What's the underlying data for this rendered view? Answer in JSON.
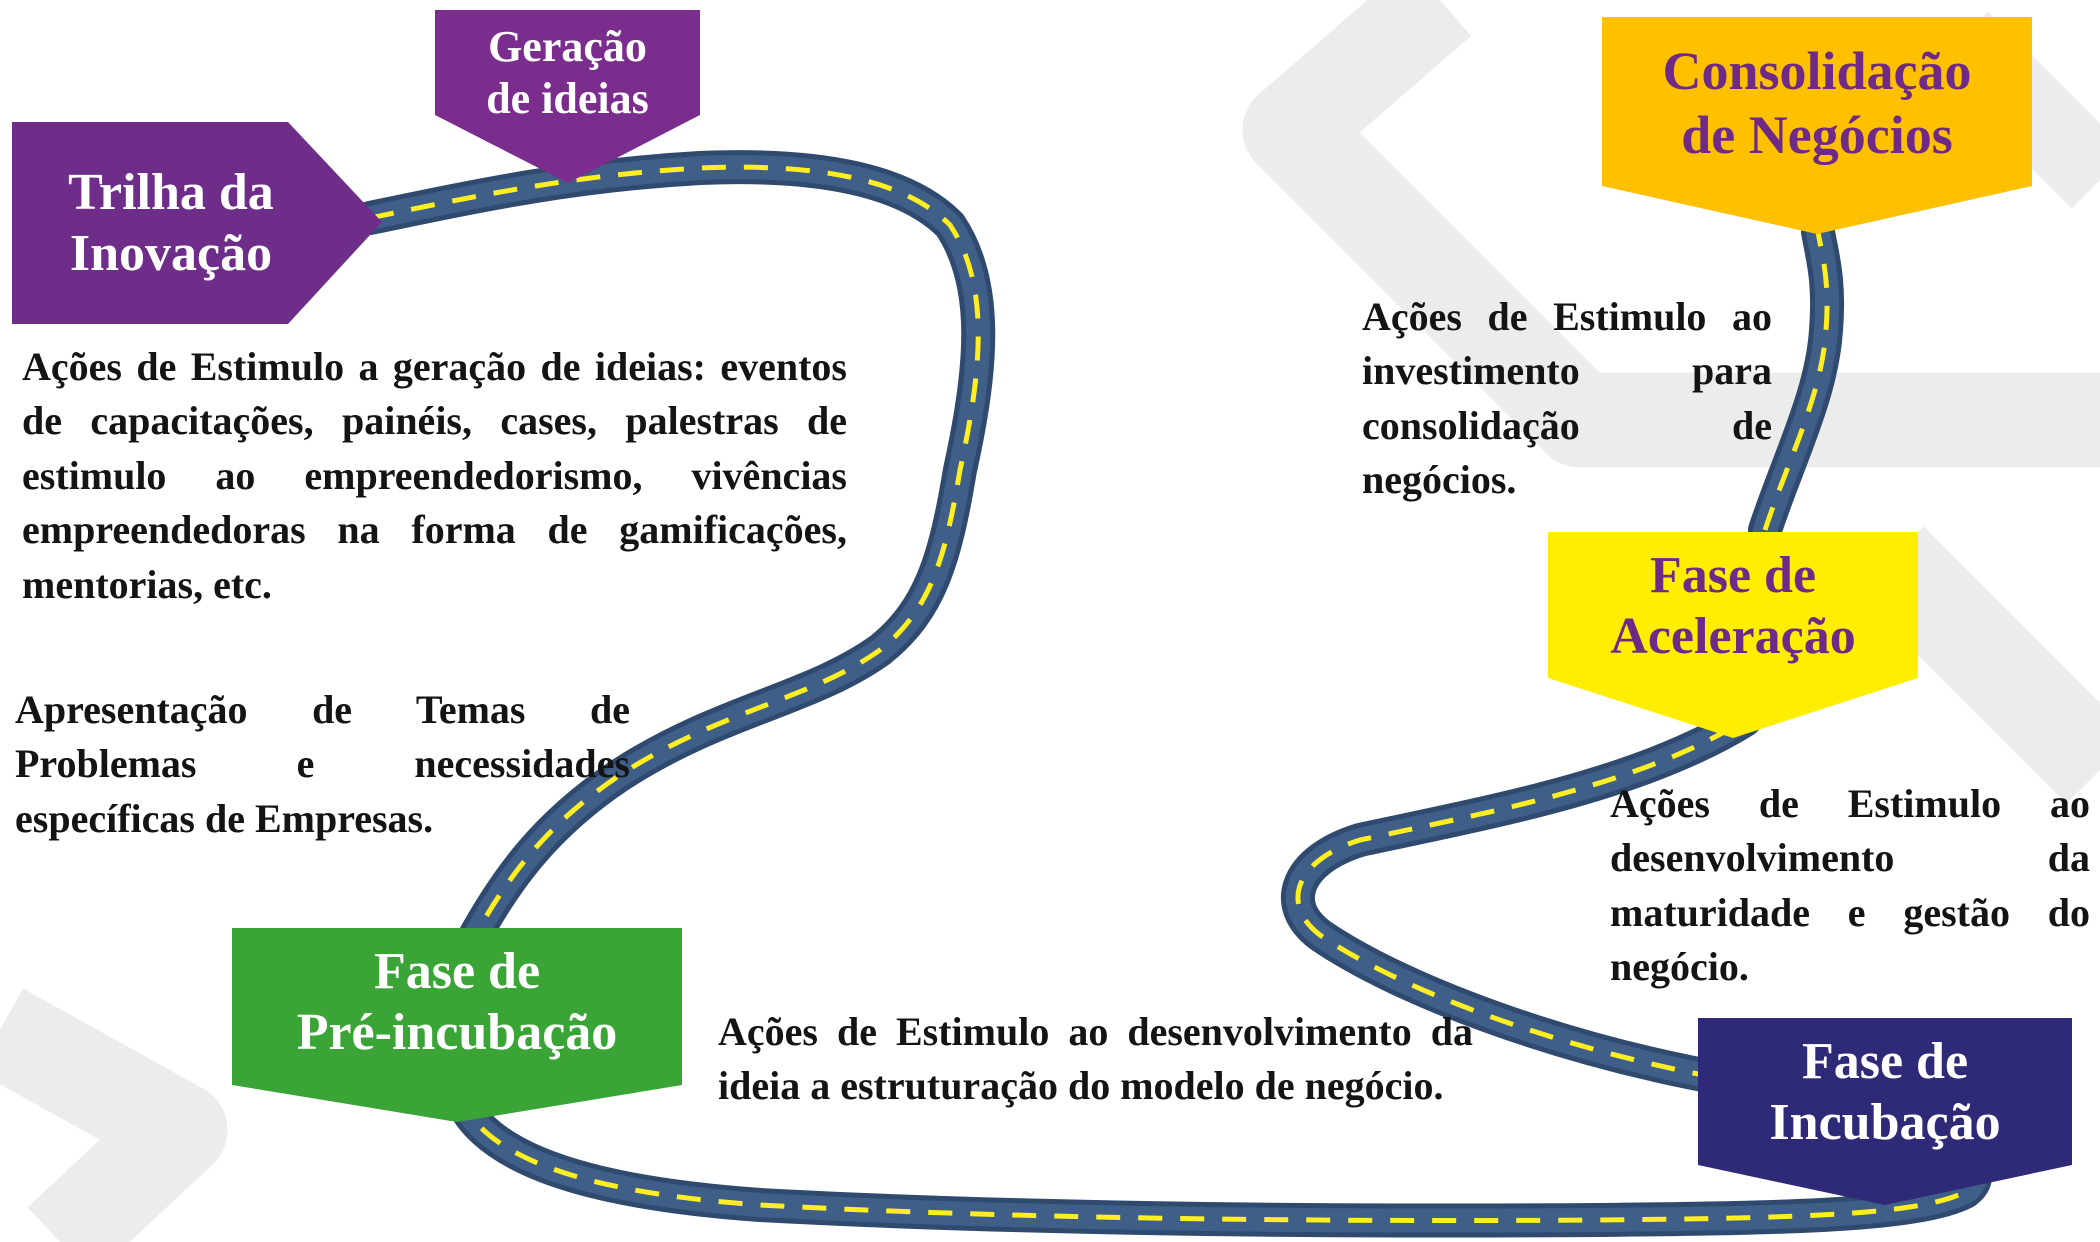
{
  "colors": {
    "road": "#3f5e88",
    "road_edge": "#2f4a6e",
    "road_dash": "#ffee22",
    "watermark": "#ececec",
    "trilha": "#6f2d8a",
    "geracao": "#7a2d8d",
    "pre_incubacao": "#3aa437",
    "incubacao": "#2e2a78",
    "aceleracao": "#ffee00",
    "consolidacao": "#ffc000",
    "label_light_text": "#ffffff",
    "label_dark_text": "#6f2a88"
  },
  "labels": {
    "trilha": {
      "line1": "Trilha da",
      "line2": "Inovação"
    },
    "geracao": {
      "line1": "Geração",
      "line2": "de ideias"
    },
    "pre_incubacao": {
      "line1": "Fase de",
      "line2": "Pré-incubação"
    },
    "incubacao": {
      "line1": "Fase de",
      "line2": "Incubação"
    },
    "aceleracao": {
      "line1": "Fase de",
      "line2": "Aceleração"
    },
    "consolidacao": {
      "line1": "Consolidação",
      "line2": "de Negócios"
    }
  },
  "texts": {
    "geracao_desc": "Ações de Estimulo a geração de ideias: eventos de capacitações, painéis, cases, palestras de estimulo ao empreendedorismo, vivências empreendedoras na forma de gamificações, mentorias, etc.",
    "temas_desc": "Apresentação de Temas de Problemas e necessidades específicas de Empresas.",
    "pre_incubacao_desc": "Ações de Estimulo ao desenvolvimento da ideia a estruturação do modelo de negócio.",
    "incubacao_desc": "Ações de Estimulo ao desenvolvimento da maturidade e gestão do negócio.",
    "consolidacao_desc": "Ações de Estimulo ao investimento para consolidação de negócios."
  }
}
